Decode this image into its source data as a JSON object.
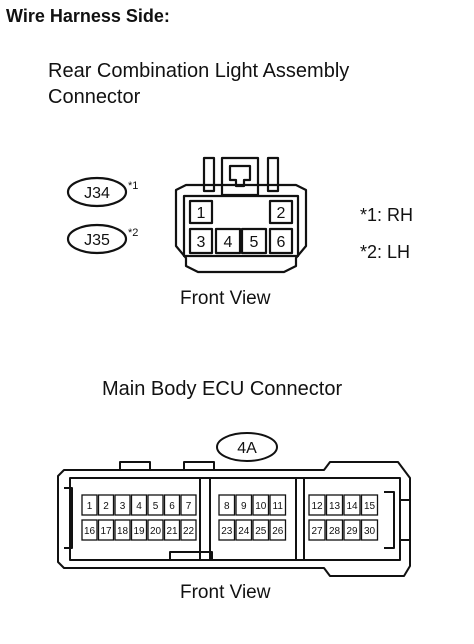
{
  "header": {
    "title": "Wire Harness Side:"
  },
  "rear_connector": {
    "title_line1": "Rear Combination Light Assembly",
    "title_line2": "Connector",
    "codes": [
      {
        "code": "J34",
        "mark": "*1"
      },
      {
        "code": "J35",
        "mark": "*2"
      }
    ],
    "pins_top": [
      "1",
      "2"
    ],
    "pins_bottom": [
      "3",
      "4",
      "5",
      "6"
    ],
    "view_label": "Front View"
  },
  "notes": [
    {
      "mark": "*1: RH"
    },
    {
      "mark": "*2: LH"
    }
  ],
  "ecu_connector": {
    "title": "Main Body ECU Connector",
    "code": "4A",
    "block1_top": [
      "1",
      "2",
      "3",
      "4",
      "5",
      "6",
      "7"
    ],
    "block1_bottom": [
      "16",
      "17",
      "18",
      "19",
      "20",
      "21",
      "22"
    ],
    "block2_top": [
      "8",
      "9",
      "10",
      "11"
    ],
    "block2_bottom": [
      "23",
      "24",
      "25",
      "26"
    ],
    "block3_top": [
      "12",
      "13",
      "14",
      "15"
    ],
    "block3_bottom": [
      "27",
      "28",
      "29",
      "30"
    ],
    "view_label": "Front View"
  }
}
